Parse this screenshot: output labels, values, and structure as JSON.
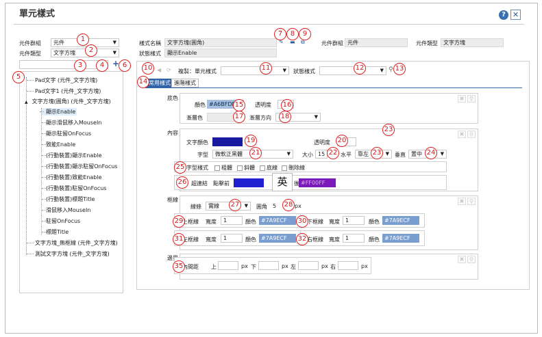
{
  "dialog": {
    "title": "單元樣式",
    "help_glyph": "?",
    "close_glyph": "✕"
  },
  "left": {
    "group_label": "元件群組",
    "group_value": "元件",
    "type_label": "元件類型",
    "type_value": "文字方塊",
    "add_glyph": "+"
  },
  "tree": {
    "items": [
      "Pad文字 (元件_文字方塊)",
      "Pad文字1 (元件_文字方塊)",
      "文字方塊(圓角) (元件_文字方塊)",
      "顯示Enable",
      "顯示滑鼠移入MouseIn",
      "顯示駐留OnFocus",
      "致能Enable",
      "(行動裝置)顯示Enable",
      "(行動裝置)顯示駐留OnFocus",
      "(行動裝置)致能Enable",
      "(行動裝置)駐留OnFocus",
      "(行動裝置)標題Title",
      "滑鼠移入MouseIn",
      "駐留OnFocus",
      "標題Title",
      "文字方塊_無框線 (元件_文字方塊)",
      "測試文字方塊 (元件_文字方塊)"
    ]
  },
  "header": {
    "style_name_label": "樣式名稱",
    "style_name_value": "文字方塊(圓角)",
    "group_label": "元件群組",
    "group_value": "元件",
    "type_label": "元件類型",
    "type_value": "文字方塊",
    "state_label": "狀態樣式",
    "state_value": "顯示Enable"
  },
  "toolbar": {
    "copy_label": "複製：單元樣式",
    "state_label": "狀態樣式"
  },
  "tabs": {
    "common": "常用樣式",
    "advanced": "進階樣式"
  },
  "bg": {
    "section": "底色",
    "color_label": "顏色",
    "color_value": "#A6BFDE",
    "opacity_label": "透明度",
    "gradient_color_label": "漸層色",
    "gradient_dir_label": "漸層方向"
  },
  "content": {
    "section": "內容",
    "text_color_label": "文字顏色",
    "opacity_label": "透明度",
    "font_label": "字型",
    "font_value": "微軟正黑體",
    "size_label": "大小",
    "size_value": "15",
    "halign_label": "水平",
    "halign_value": "靠左",
    "valign_label": "垂直",
    "valign_value": "置中",
    "font_style_label": "字型樣式",
    "bold": "粗體",
    "italic": "斜體",
    "underline": "底線",
    "strike": "刪除線",
    "link_label": "超連結",
    "link_before": "點擊前",
    "link_after": "後",
    "link_after_color": "#FF00FF",
    "preview_char": "英"
  },
  "border": {
    "section": "框線",
    "line_label": "線條",
    "line_value": "實線",
    "radius_label": "圓角",
    "radius_value": "5",
    "radius_unit": "px",
    "top_label": "上框線",
    "bottom_label": "下框線",
    "left_label": "左框線",
    "right_label": "右框線",
    "width_label": "寬度",
    "width_value": "1",
    "color_label": "顏色",
    "color_value": "#7A9ECF"
  },
  "spacing": {
    "section": "邊界",
    "padding_label": "內間距",
    "top": "上",
    "bottom": "下",
    "left": "左",
    "right": "右",
    "unit": "px"
  },
  "callouts": [
    "1",
    "2",
    "3",
    "4",
    "5",
    "6",
    "7",
    "8",
    "9",
    "10",
    "11",
    "12",
    "13",
    "14",
    "15",
    "16",
    "17",
    "18",
    "19",
    "20",
    "21",
    "22",
    "23",
    "24",
    "25",
    "26",
    "27",
    "28",
    "29",
    "30",
    "31",
    "32",
    "33",
    "35"
  ],
  "colors": {
    "bg_swatch": "#A6BFDE",
    "border_swatch": "#7A9ECF",
    "text_swatch": "#1a1aa0",
    "link_before": "#2020d0",
    "link_after": "#7a1ab8"
  }
}
